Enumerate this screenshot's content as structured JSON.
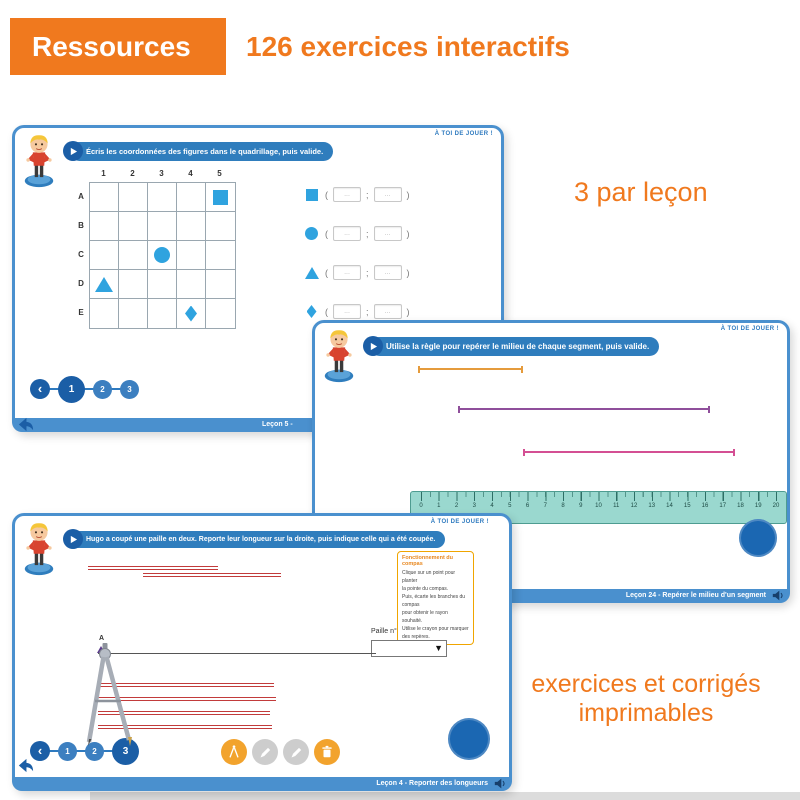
{
  "banner": {
    "label": "Ressources",
    "subtitle": "126 exercices interactifs"
  },
  "notes": {
    "per_lesson": "3 par leçon",
    "printable_line1": "exercices et corrigés",
    "printable_line2": "imprimables"
  },
  "colors": {
    "orange": "#f0791e",
    "window_border_blue": "#4a90ce",
    "dark_blue": "#1b5ea6",
    "shape_blue": "#2fa3df",
    "ruler_teal": "#88d1c7",
    "segment_orange": "#e59b3c",
    "segment_purple": "#8f4f9b",
    "segment_pink": "#d44f93",
    "straw_red": "#c23b3b"
  },
  "win1": {
    "tagline": "À TOI DE JOUER !",
    "instruction": "Écris les coordonnées des figures dans le quadrillage, puis valide.",
    "grid": {
      "cols": [
        "1",
        "2",
        "3",
        "4",
        "5"
      ],
      "rows": [
        "A",
        "B",
        "C",
        "D",
        "E"
      ],
      "shapes": [
        {
          "type": "square",
          "col": 4,
          "row": 0
        },
        {
          "type": "circle",
          "col": 2,
          "row": 2
        },
        {
          "type": "triangle",
          "col": 0,
          "row": 3
        },
        {
          "type": "diamond",
          "col": 3,
          "row": 4
        }
      ]
    },
    "answers": {
      "open": "(",
      "separator": ";",
      "close": ")",
      "placeholder": "...",
      "rows": [
        "square",
        "circle",
        "triangle",
        "diamond"
      ]
    },
    "nav": {
      "back": "‹",
      "items": [
        "1",
        "2",
        "3"
      ],
      "active": 0
    },
    "lesson": "Leçon 5 -"
  },
  "win2": {
    "tagline": "À TOI DE JOUER !",
    "instruction": "Utilise la règle pour repérer le milieu de chaque segment, puis valide.",
    "ruler_numbers": [
      "0",
      "1",
      "2",
      "3",
      "4",
      "5",
      "6",
      "7",
      "8",
      "9",
      "10",
      "11",
      "12",
      "13",
      "14",
      "15",
      "16",
      "17",
      "18",
      "19",
      "20"
    ],
    "lesson": "Leçon 24 - Repérer le milieu d'un segment"
  },
  "win3": {
    "tagline": "À TOI DE JOUER !",
    "instruction": "Hugo a coupé une paille en deux. Reporte leur longueur sur la droite, puis indique celle qui a été coupée.",
    "help": {
      "title": "Fonctionnement du compas",
      "lines": [
        "Clique sur un point pour planter",
        "la pointe du compas.",
        "Puis, écarte les branches du",
        "compas",
        "pour obtenir le rayon souhaité.",
        "Utilise le crayon pour marquer",
        "des repères."
      ]
    },
    "paille_label": "Paille n°",
    "dropdown_arrow": "▼",
    "point_label": "A",
    "nav": {
      "back": "‹",
      "items": [
        "1",
        "2",
        "3"
      ],
      "active": 2
    },
    "lesson": "Leçon 4 - Reporter des longueurs"
  }
}
